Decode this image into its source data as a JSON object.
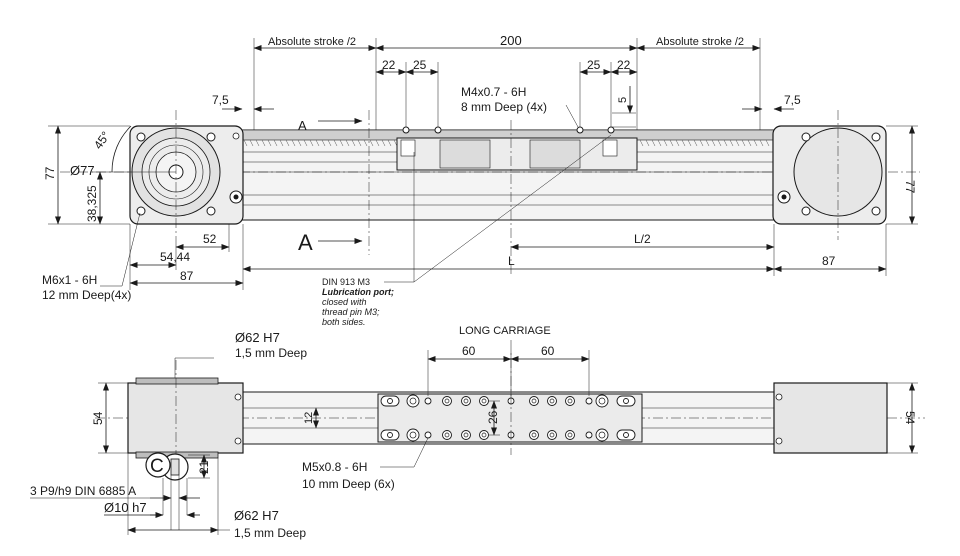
{
  "top_view": {
    "abs_stroke_left": "Absolute stroke /2",
    "abs_stroke_right": "Absolute stroke /2",
    "carriage_length": "200",
    "hole_pitch_1": "22",
    "hole_pitch_2": "25",
    "hole_pitch_3": "25",
    "hole_pitch_4": "22",
    "thread_spec_line1": "M4x0.7 - 6H",
    "thread_spec_line2": "8 mm  Deep (4x)",
    "thread_offset": "5",
    "end_gap_left": "7,5",
    "end_gap_right": "7,5",
    "section_label_top": "A",
    "section_label_bottom": "A",
    "flange_diameter": "Ø77",
    "bolt_angle": "45°",
    "flange_height_left": "77",
    "axis_height": "38,325",
    "flange_height_right": "77",
    "dim_52": "52",
    "dim_5444": "54,44",
    "dim_87_left": "87",
    "dim_87_right": "87",
    "half_length": "L/2",
    "total_length": "L",
    "motor_thread_line1": "M6x1 - 6H",
    "motor_thread_line2": "12 mm Deep(4x)",
    "lube_line1": "DIN 913 M3",
    "lube_line2": "Lubrication port;",
    "lube_line3": "closed with",
    "lube_line4": "thread pin M3;",
    "lube_line5": "both sides."
  },
  "bottom_view": {
    "carriage_title": "LONG CARRIAGE",
    "pitch_60_left": "60",
    "pitch_60_right": "60",
    "bore_top_line1": "Ø62 H7",
    "bore_top_line2": "1,5 mm  Deep",
    "bore_bottom_line1": "Ø62 H7",
    "bore_bottom_line2": "1,5 mm  Deep",
    "body_height_left": "54",
    "body_height_right": "54",
    "slot_width": "12",
    "hole_spacing": "26",
    "shaft_offset": "21",
    "detail_label": "C",
    "key_spec": "3 P9/h9  DIN 6885 A",
    "shaft_diameter": "Ø10 h7",
    "m5_line1": "M5x0.8 - 6H",
    "m5_line2": "10 mm  Deep (6x)"
  }
}
